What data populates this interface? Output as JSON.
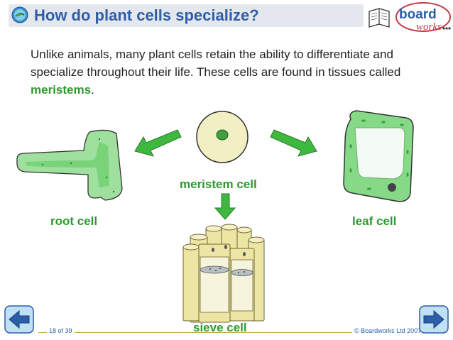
{
  "slide": {
    "title": "How do plant cells specialize?",
    "intro_text": "Unlike animals, many plant cells retain the ability to differentiate and specialize throughout their life. These cells are found in tissues called ",
    "intro_highlight": "meristems",
    "intro_end": "."
  },
  "logo": {
    "line1": "board",
    "line2": "works"
  },
  "labels": {
    "meristem": "meristem cell",
    "root": "root cell",
    "leaf": "leaf cell",
    "sieve": "sieve cell"
  },
  "footer": {
    "page": "18 of 39",
    "copyright": "© Boardworks Ltd 2007"
  },
  "colors": {
    "title": "#2d5ea8",
    "label_green": "#2d9a2d",
    "arrow_green": "#3fb83f"
  },
  "icons": {
    "title": "microscope-icon",
    "prev": "back-arrow-icon",
    "next": "forward-arrow-icon"
  }
}
